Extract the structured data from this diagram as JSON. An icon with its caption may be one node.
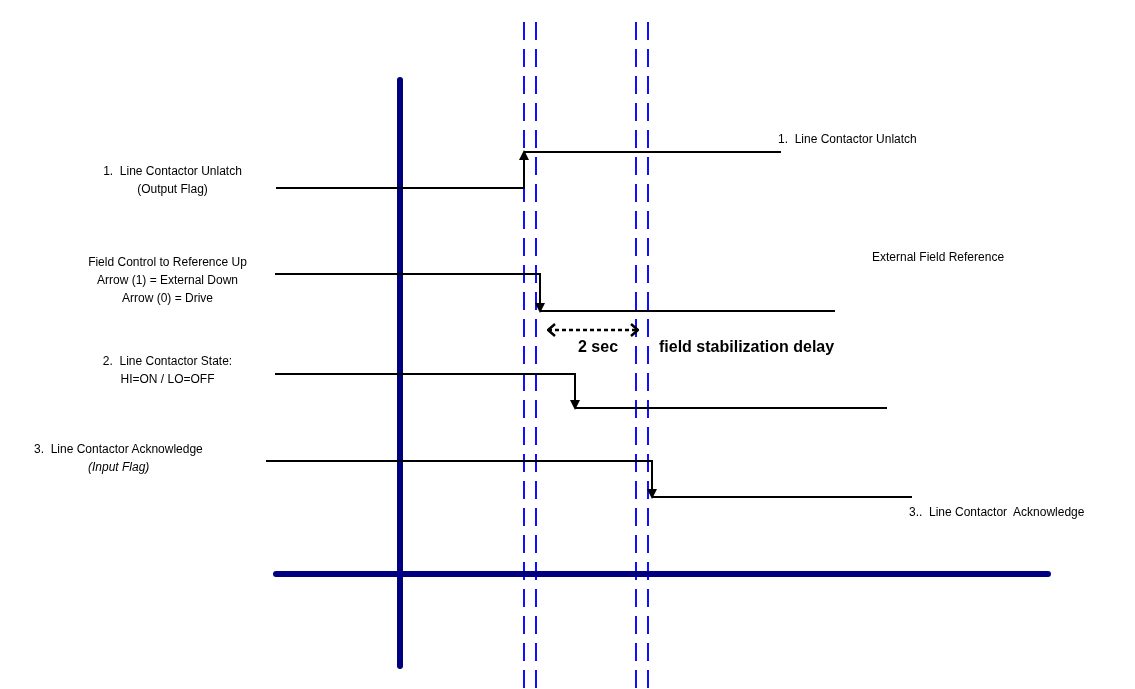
{
  "diagram": {
    "labels": [
      "1.  Line Contactor Unlatch",
      "1.  Line Contactor Unlatch (Output Flag)",
      "Field Control to Reference Up Arrow (1) = External Down Arrow (0) = Drive",
      "External Field Reference",
      "2 sec",
      "field stabilization delay",
      "2.  Line Contactor State: HI=ON / LO=OFF",
      "3.  Line Contactor Acknowledge",
      "(Input Flag)",
      "3..  Line Contactor  Acknowledge"
    ]
  }
}
